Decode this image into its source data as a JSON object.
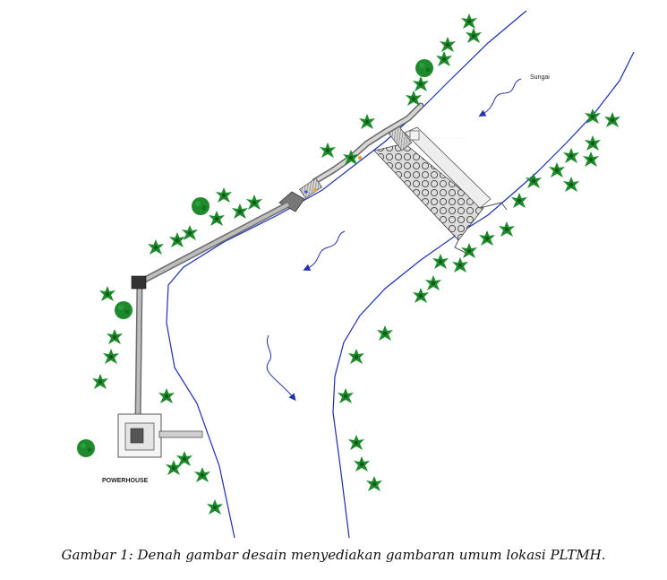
{
  "labels": {
    "river": "Sungai",
    "powerhouse": "POWERHOUSE"
  },
  "caption": "Gambar 1: Denah gambar desain menyediakan gambaran umum lokasi PLTMH.",
  "colors": {
    "riverbank": "#1a2fb5",
    "flow_arrow": "#2233aa",
    "penstock": "#8a8a8a",
    "tree": "#1e8a2c",
    "structure": "#555555",
    "weir_fill": "#cfcfcf"
  },
  "icons": {
    "tree": "tree-icon",
    "flow": "flow-arrow-icon"
  }
}
